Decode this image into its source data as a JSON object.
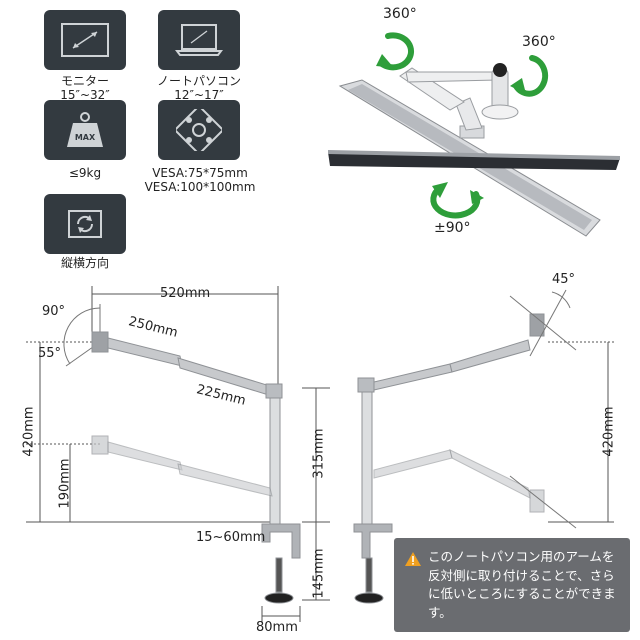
{
  "specs": {
    "monitor_label": "モニター\n15″~32″",
    "laptop_label": "ノートパソコン\n12″~17″",
    "weight_label": "≤9kg",
    "weight_icon_text": "MAX",
    "vesa_label": "VESA:75*75mm\nVESA:100*100mm",
    "rotate_label": "縦横方向"
  },
  "rotation": {
    "top_left": "360°",
    "top_right": "360°",
    "bottom": "±90°"
  },
  "dimensions": {
    "width_total": "520mm",
    "arm1": "250mm",
    "arm2": "225mm",
    "angle_tilt_up": "90°",
    "angle_tilt_down": "55°",
    "height_left": "420mm",
    "height_low": "190mm",
    "pole_height": "315mm",
    "clamp_range": "15~60mm",
    "clamp_depth": "145mm",
    "base_width": "80mm",
    "angle_right": "45°",
    "height_right": "420mm"
  },
  "note": {
    "text": "このノートパソコン用のアームを反対側に取り付けることで、さらに低いところにすることができます。"
  },
  "colors": {
    "icon_bg": "#333a40",
    "arrow_green": "#2e9e3a",
    "arm_gray": "#c7c9cc"
  }
}
